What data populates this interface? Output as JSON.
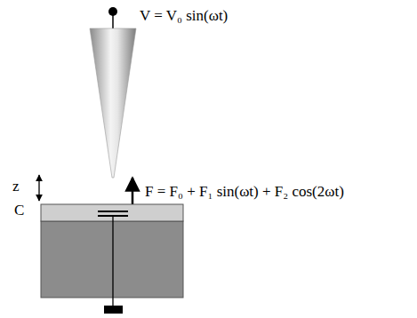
{
  "diagram": {
    "labels": [
      "V = V₀ sin(ωt)",
      "F = F₀ + F₁ sin(ωt) + F₂ cos(2ωt)",
      "z",
      "C"
    ]
  }
}
